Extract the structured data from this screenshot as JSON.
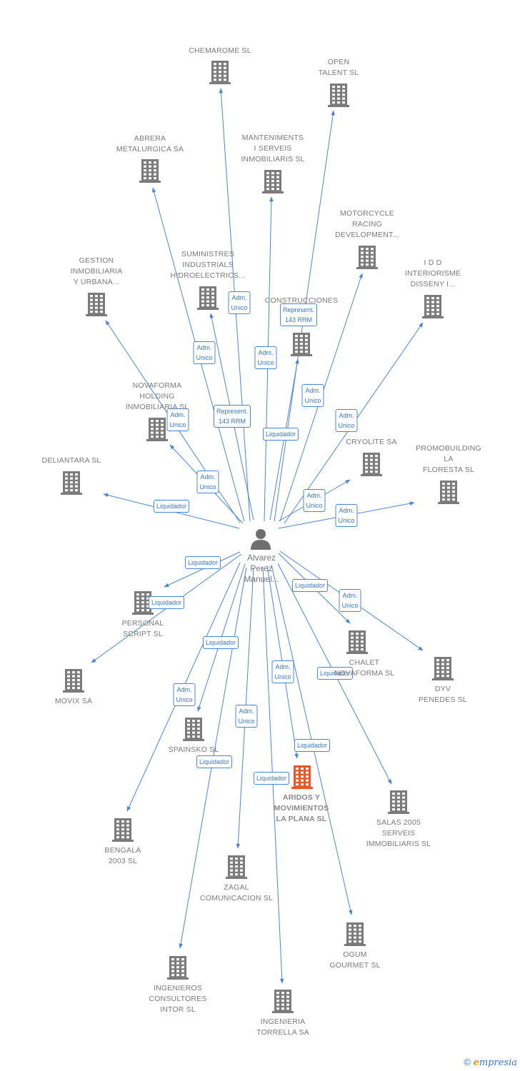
{
  "colors": {
    "edge": "#4a86d8",
    "building": "#7b7b7b",
    "highlight": "#e8562a",
    "person": "#6f6f6f"
  },
  "center": {
    "name_lines": [
      "Alvarez",
      "Perez",
      "Manuel..."
    ],
    "icon": "person-icon"
  },
  "nodes": [
    {
      "id": "chemarome",
      "lines": [
        "CHEMAROME SL"
      ]
    },
    {
      "id": "open-talent",
      "lines": [
        "OPEN",
        "TALENT SL"
      ]
    },
    {
      "id": "abrera",
      "lines": [
        "ABRERA",
        "METALURGICA SA"
      ]
    },
    {
      "id": "manteniments",
      "lines": [
        "MANTENIMENTS",
        "I SERVEIS",
        "INMOBILIARIS SL"
      ]
    },
    {
      "id": "motorcycle",
      "lines": [
        "MOTORCYCLE",
        "RACING",
        "DEVELOPMENT..."
      ]
    },
    {
      "id": "gestion",
      "lines": [
        "GESTION",
        "INMOBILIARIA",
        "Y URBANA..."
      ]
    },
    {
      "id": "suministres",
      "lines": [
        "SUMINISTRES",
        "INDUSTRIALS",
        "HIDROELECTRICS..."
      ]
    },
    {
      "id": "idd",
      "lines": [
        "I D D",
        "INTERIORISME",
        "DISSENY I..."
      ]
    },
    {
      "id": "construcciones",
      "lines": [
        "CONSTRUCCIONES"
      ]
    },
    {
      "id": "novaforma",
      "lines": [
        "NOVAFORMA",
        "HOLDING",
        "INMOBILIARIA SL"
      ]
    },
    {
      "id": "cryolite",
      "lines": [
        "CRYOLITE SA"
      ]
    },
    {
      "id": "promobuilding",
      "lines": [
        "PROMOBUILDING",
        "LA",
        "FLORESTA SL"
      ]
    },
    {
      "id": "deliantara",
      "lines": [
        "DELIANTARA SL"
      ]
    },
    {
      "id": "personal-script",
      "lines": [
        "PERSONAL",
        "SCRIPT SL"
      ]
    },
    {
      "id": "movix",
      "lines": [
        "MOVIX SA"
      ]
    },
    {
      "id": "chalet",
      "lines": [
        "CHALET",
        "NOVAFORMA SL"
      ]
    },
    {
      "id": "dyv",
      "lines": [
        "DYV",
        "PENEDES SL"
      ]
    },
    {
      "id": "spainsko",
      "lines": [
        "SPAINSKO SL"
      ]
    },
    {
      "id": "aridos",
      "lines": [
        "ARIDOS Y",
        "MOVIMIENTOS",
        "LA PLANA SL"
      ],
      "highlight": true
    },
    {
      "id": "salas",
      "lines": [
        "SALAS 2005",
        "SERVEIS",
        "IMMOBILIARIS SL"
      ]
    },
    {
      "id": "bengala",
      "lines": [
        "BENGALA",
        "2003 SL"
      ]
    },
    {
      "id": "zagal",
      "lines": [
        "ZAGAL",
        "COMUNICACION SL"
      ]
    },
    {
      "id": "ogum",
      "lines": [
        "OGUM",
        "GOURMET SL"
      ]
    },
    {
      "id": "ingenieros",
      "lines": [
        "INGENIEROS",
        "CONSULTORES",
        "INTOR SL"
      ]
    },
    {
      "id": "ingenieria",
      "lines": [
        "INGENIERIA",
        "TORRELLA SA"
      ]
    }
  ],
  "edges": [
    {
      "to": "chemarome",
      "lines": [
        "Adm.",
        "Unico"
      ]
    },
    {
      "to": "open-talent",
      "lines": [
        "Represent.",
        "143 RRM"
      ]
    },
    {
      "to": "abrera",
      "lines": [
        "Adm.",
        "Unico"
      ]
    },
    {
      "to": "manteniments",
      "lines": [
        "Adm.",
        "Unico"
      ]
    },
    {
      "to": "motorcycle",
      "lines": [
        "Adm.",
        "Unico"
      ]
    },
    {
      "to": "gestion",
      "lines": [
        "Adm.",
        "Unico"
      ]
    },
    {
      "to": "suministres",
      "lines": [
        "Represent.",
        "143 RRM"
      ]
    },
    {
      "to": "idd",
      "lines": [
        "Adm.",
        "Unico"
      ]
    },
    {
      "to": "construcciones",
      "lines": [
        "Liquidador"
      ]
    },
    {
      "to": "novaforma",
      "lines": [
        "Adm.",
        "Unico"
      ]
    },
    {
      "to": "cryolite",
      "lines": [
        "Adm.",
        "Unico"
      ]
    },
    {
      "to": "promobuilding",
      "lines": [
        "Adm.",
        "Unico"
      ]
    },
    {
      "to": "deliantara",
      "lines": [
        "Liquidador"
      ]
    },
    {
      "to": "personal-script",
      "lines": [
        "Liquidador"
      ]
    },
    {
      "to": "movix",
      "lines": [
        "Liquidador"
      ]
    },
    {
      "to": "chalet",
      "lines": [
        "Liquidador"
      ]
    },
    {
      "to": "dyv",
      "lines": [
        "Adm.",
        "Unico"
      ]
    },
    {
      "to": "spainsko",
      "lines": [
        "Liquidador"
      ]
    },
    {
      "to": "aridos",
      "lines": [
        "Liquidador"
      ]
    },
    {
      "to": "salas",
      "lines": [
        "Liquidador"
      ]
    },
    {
      "to": "bengala",
      "lines": [
        "Adm.",
        "Unico"
      ]
    },
    {
      "to": "zagal",
      "lines": [
        "Adm.",
        "Unico"
      ]
    },
    {
      "to": "ogum",
      "lines": [
        "Adm.",
        "Unico"
      ]
    },
    {
      "to": "ingenieros",
      "lines": [
        "Liquidador"
      ]
    },
    {
      "to": "ingenieria",
      "lines": [
        "Liquidador"
      ]
    }
  ],
  "footer": {
    "copyright": "©",
    "brand_first": "e",
    "brand_rest": "mpresia"
  }
}
